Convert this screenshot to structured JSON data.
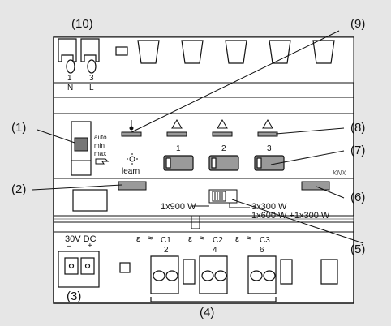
{
  "callouts": {
    "c1": "(1)",
    "c2": "(2)",
    "c3": "(3)",
    "c4": "(4)",
    "c5": "(5)",
    "c6": "(6)",
    "c7": "(7)",
    "c8": "(8)",
    "c9": "(9)",
    "c10": "(10)"
  },
  "top_terminals": {
    "t1_num": "1",
    "t1_letter": "N",
    "t2_num": "3",
    "t2_letter": "L"
  },
  "mode_switch": {
    "auto": "auto",
    "min": "min",
    "max": "max",
    "hand_icon": "hand-icon"
  },
  "learn": {
    "label": "learn",
    "icon": "sun-icon"
  },
  "channels": {
    "ch1": "1",
    "ch2": "2",
    "ch3": "3"
  },
  "indicators": {
    "thermo_icon": "thermometer-icon",
    "warn_icon": "warning-triangle-icon"
  },
  "knx_logo": "KNX",
  "slider": {
    "left_label": "1x900 W",
    "right_label_1": "3x300 W",
    "right_label_2": "1x600 W +1x300 W"
  },
  "power_supply": {
    "label": "30V DC",
    "minus": "–",
    "plus": "+"
  },
  "bottom_terminals": {
    "c1": "C1",
    "c2": "C2",
    "c3": "C3",
    "n2": "2",
    "n4": "4",
    "n6": "6",
    "epsilon": "ε",
    "load_icon": "dimmer-load-icon"
  },
  "colors": {
    "frame": "#111111",
    "button_fill": "#9a9a9a",
    "background": "#e6e6e6",
    "housing": "#ffffff"
  }
}
